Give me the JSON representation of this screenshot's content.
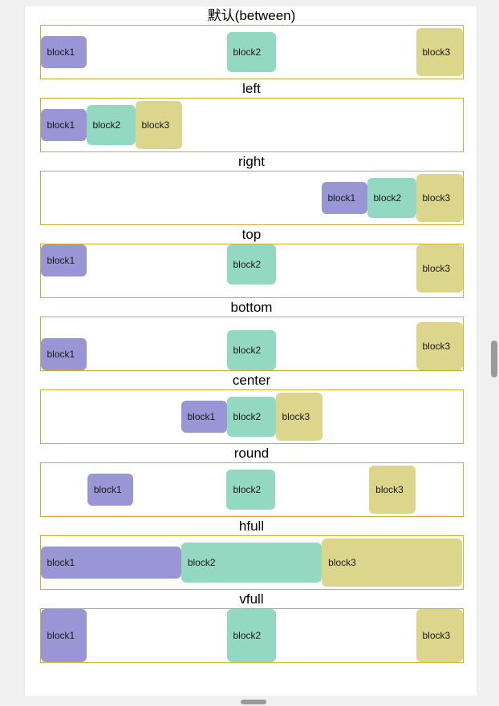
{
  "page": {
    "background_color": "#f0f0f0",
    "card_background": "#ffffff"
  },
  "palette": {
    "block1": "#9a95d4",
    "block2": "#93d8c0",
    "block3": "#dcd68c",
    "container_border": "#d2ae28",
    "scrollbar_thumb": "#9a9a9a"
  },
  "blocks": {
    "block1_label": "block1",
    "block2_label": "block2",
    "block3_label": "block3"
  },
  "sections": [
    {
      "title": "默认(between)",
      "mode": "between",
      "blocks": [
        "block1",
        "block2",
        "block3"
      ]
    },
    {
      "title": "left",
      "mode": "left",
      "blocks": [
        "block1",
        "block2",
        "block3"
      ]
    },
    {
      "title": "right",
      "mode": "right",
      "blocks": [
        "block1",
        "block2",
        "block3"
      ]
    },
    {
      "title": "top",
      "mode": "top",
      "blocks": [
        "block1",
        "block2",
        "block3"
      ]
    },
    {
      "title": "bottom",
      "mode": "bottom",
      "blocks": [
        "block1",
        "block2",
        "block3"
      ]
    },
    {
      "title": "center",
      "mode": "center",
      "blocks": [
        "block1",
        "block2",
        "block3"
      ]
    },
    {
      "title": "round",
      "mode": "round",
      "blocks": [
        "block1",
        "block2",
        "block3"
      ]
    },
    {
      "title": "hfull",
      "mode": "hfull",
      "blocks": [
        "block1",
        "block2",
        "block3"
      ]
    },
    {
      "title": "vfull",
      "mode": "vfull",
      "blocks": [
        "block1",
        "block2",
        "block3"
      ]
    }
  ]
}
